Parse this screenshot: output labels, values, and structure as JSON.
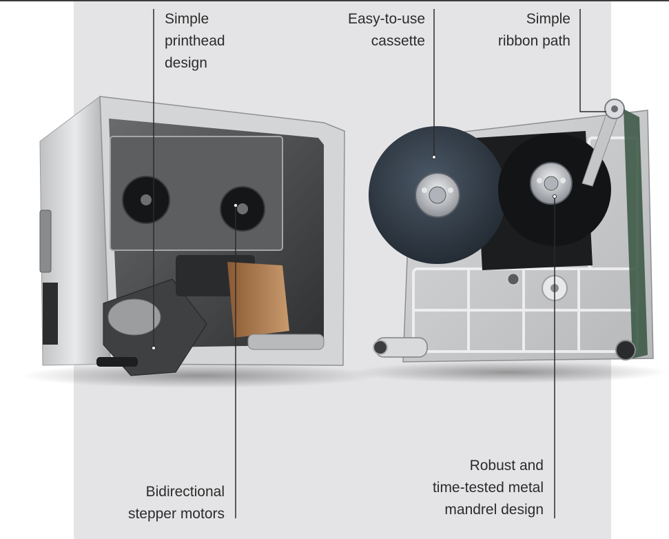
{
  "callouts": {
    "printhead": {
      "lines": [
        "Simple",
        "printhead",
        "design"
      ]
    },
    "cassette": {
      "lines": [
        "Easy-to-use",
        "cassette"
      ]
    },
    "ribbon": {
      "lines": [
        "Simple",
        "ribbon path"
      ]
    },
    "motors": {
      "lines": [
        "Bidirectional",
        "stepper motors"
      ]
    },
    "mandrel": {
      "lines": [
        "Robust and",
        "time-tested metal",
        "mandrel design"
      ]
    }
  },
  "colors": {
    "background": "#ffffff",
    "backdrop": "#e4e4e6",
    "text": "#2b2b2b",
    "leader_line": "#2b2b2b"
  }
}
